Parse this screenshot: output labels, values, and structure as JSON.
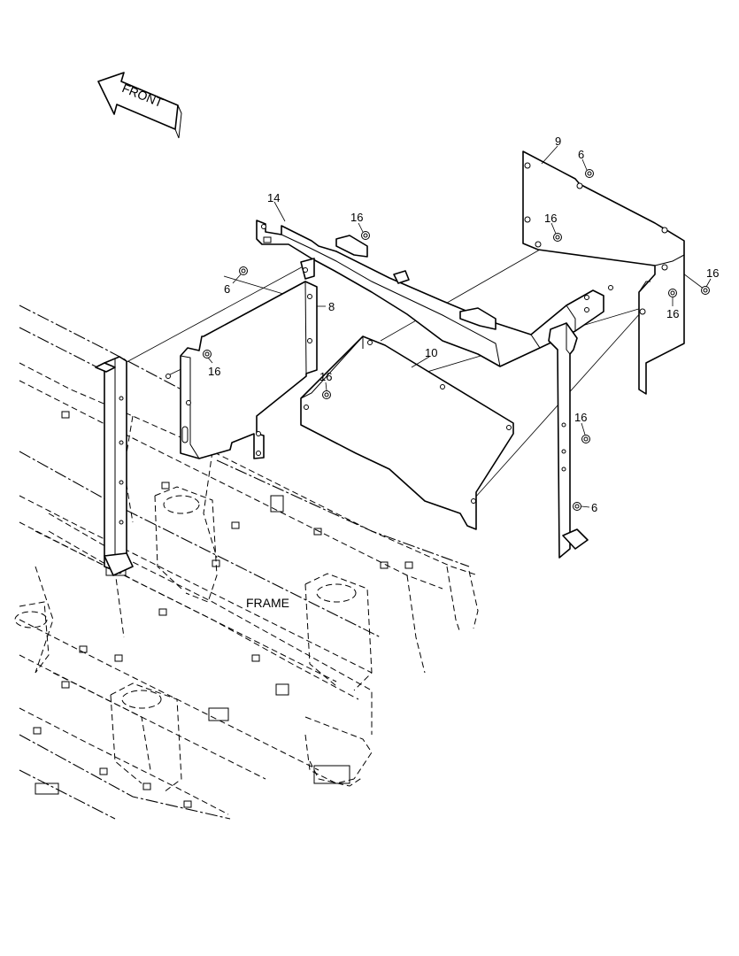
{
  "diagram": {
    "front_label": "FRONT",
    "frame_label": "FRAME",
    "callouts": {
      "c9": "9",
      "c6a": "6",
      "c14": "14",
      "c16a": "16",
      "c16b": "16",
      "c6b": "6",
      "c8": "8",
      "c16c": "16",
      "c16d": "16",
      "c16e": "16",
      "c10": "10",
      "c16f": "16",
      "c16g": "16",
      "c6c": "6"
    }
  }
}
